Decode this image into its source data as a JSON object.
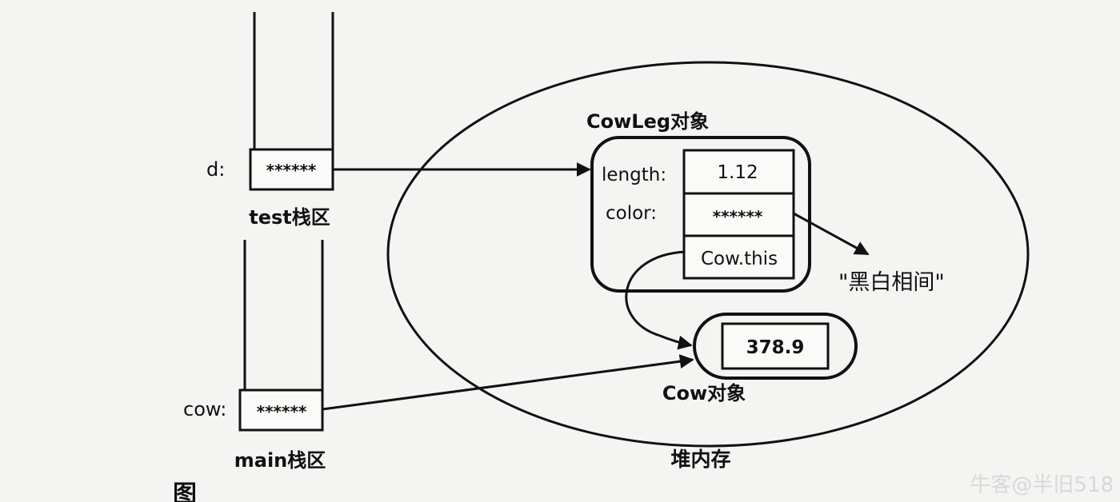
{
  "stacks": {
    "test": {
      "label": "test栈区",
      "var_name": "d:",
      "value": "******"
    },
    "main": {
      "label": "main栈区",
      "var_name": "cow:",
      "value": "******"
    }
  },
  "heap": {
    "label": "堆内存",
    "cowleg": {
      "title": "CowLeg对象",
      "fields": [
        {
          "name": "length:",
          "value": "1.12"
        },
        {
          "name": "color:",
          "value": "******"
        },
        {
          "name": "",
          "value": "Cow.this"
        }
      ]
    },
    "string_literal": "\"黑白相间\"",
    "cow": {
      "title": "Cow对象",
      "value": "378.9"
    }
  },
  "caption_fragment": "图",
  "watermark": "牛客@半旧518"
}
